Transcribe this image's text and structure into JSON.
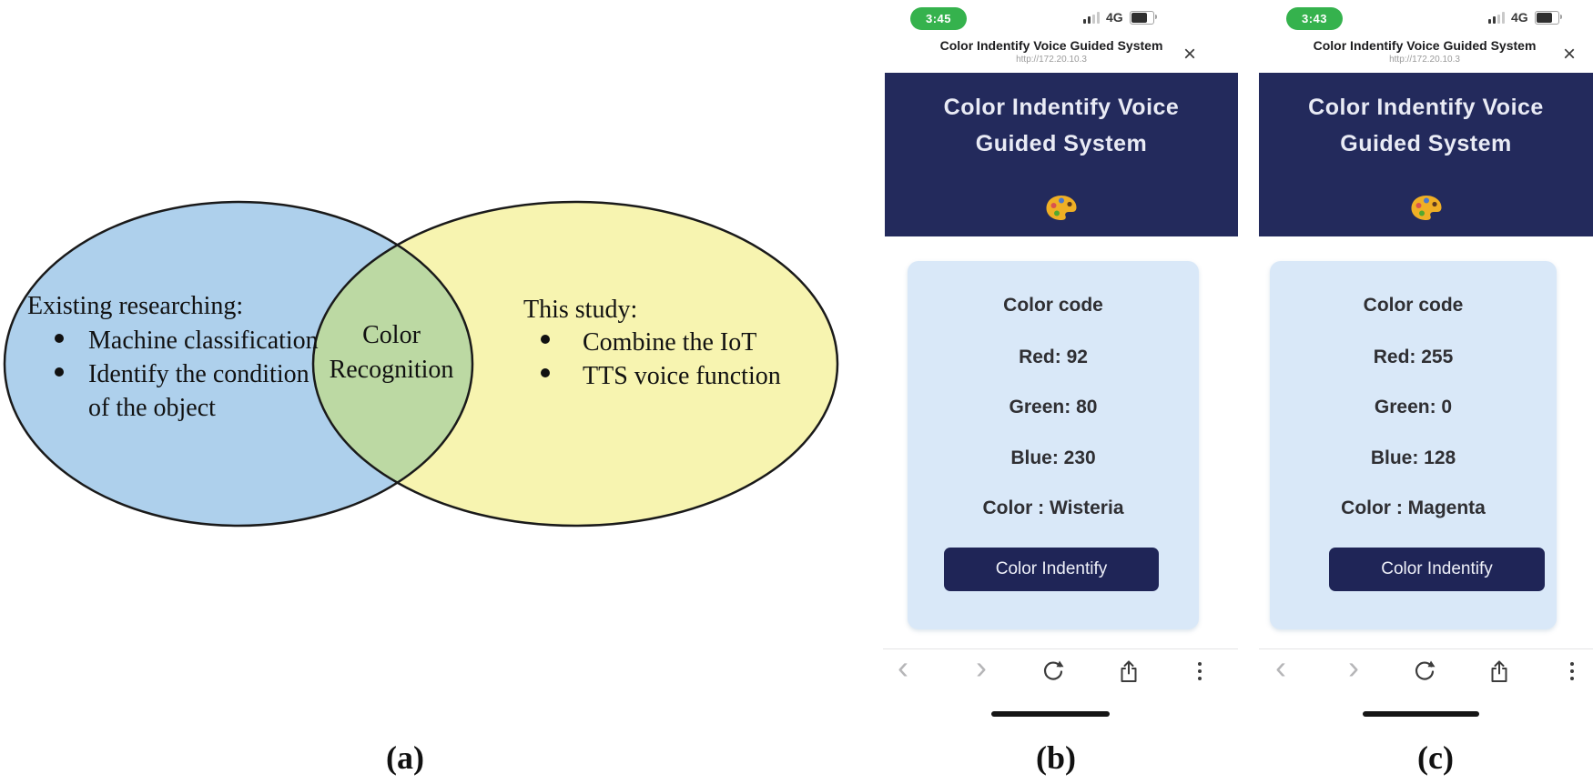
{
  "figure": {
    "panel_labels": {
      "a": "(a)",
      "b": "(b)",
      "c": "(c)"
    }
  },
  "venn": {
    "left_heading": "Existing researching:",
    "left_items": [
      "Machine classification",
      "Identify the condition",
      "of the object"
    ],
    "overlap_line1": "Color",
    "overlap_line2": "Recognition",
    "right_heading": "This study:",
    "right_items": [
      "Combine the IoT",
      "TTS voice function"
    ],
    "colors": {
      "left_fill": "#aed0ec",
      "right_fill": "#f7f4b0",
      "overlap_fill": "#bcd9a3",
      "outline": "#1a1a1a"
    }
  },
  "phones": [
    {
      "status_time": "3:45",
      "network": "4G",
      "page_title": "Color Indentify Voice Guided System",
      "page_url": "http://172.20.10.3",
      "banner_line1": "Color Indentify Voice",
      "banner_line2": "Guided System",
      "card_heading": "Color code",
      "rows": [
        "Red: 92",
        "Green: 80",
        "Blue: 230",
        "Color : Wisteria"
      ],
      "button_label": "Color Indentify"
    },
    {
      "status_time": "3:43",
      "network": "4G",
      "page_title": "Color Indentify Voice Guided System",
      "page_url": "http://172.20.10.3",
      "banner_line1": "Color Indentify Voice",
      "banner_line2": "Guided System",
      "card_heading": "Color code",
      "rows": [
        "Red: 255",
        "Green: 0",
        "Blue: 128",
        "Color : Magenta"
      ],
      "button_label": "Color Indentify"
    }
  ],
  "icons": {
    "close": "×",
    "back": "‹",
    "forward": "›"
  },
  "theme": {
    "banner_navy": "#232a5c",
    "button_navy": "#1f2557",
    "card_blue": "#d9e8f8",
    "status_green": "#35b24d"
  }
}
